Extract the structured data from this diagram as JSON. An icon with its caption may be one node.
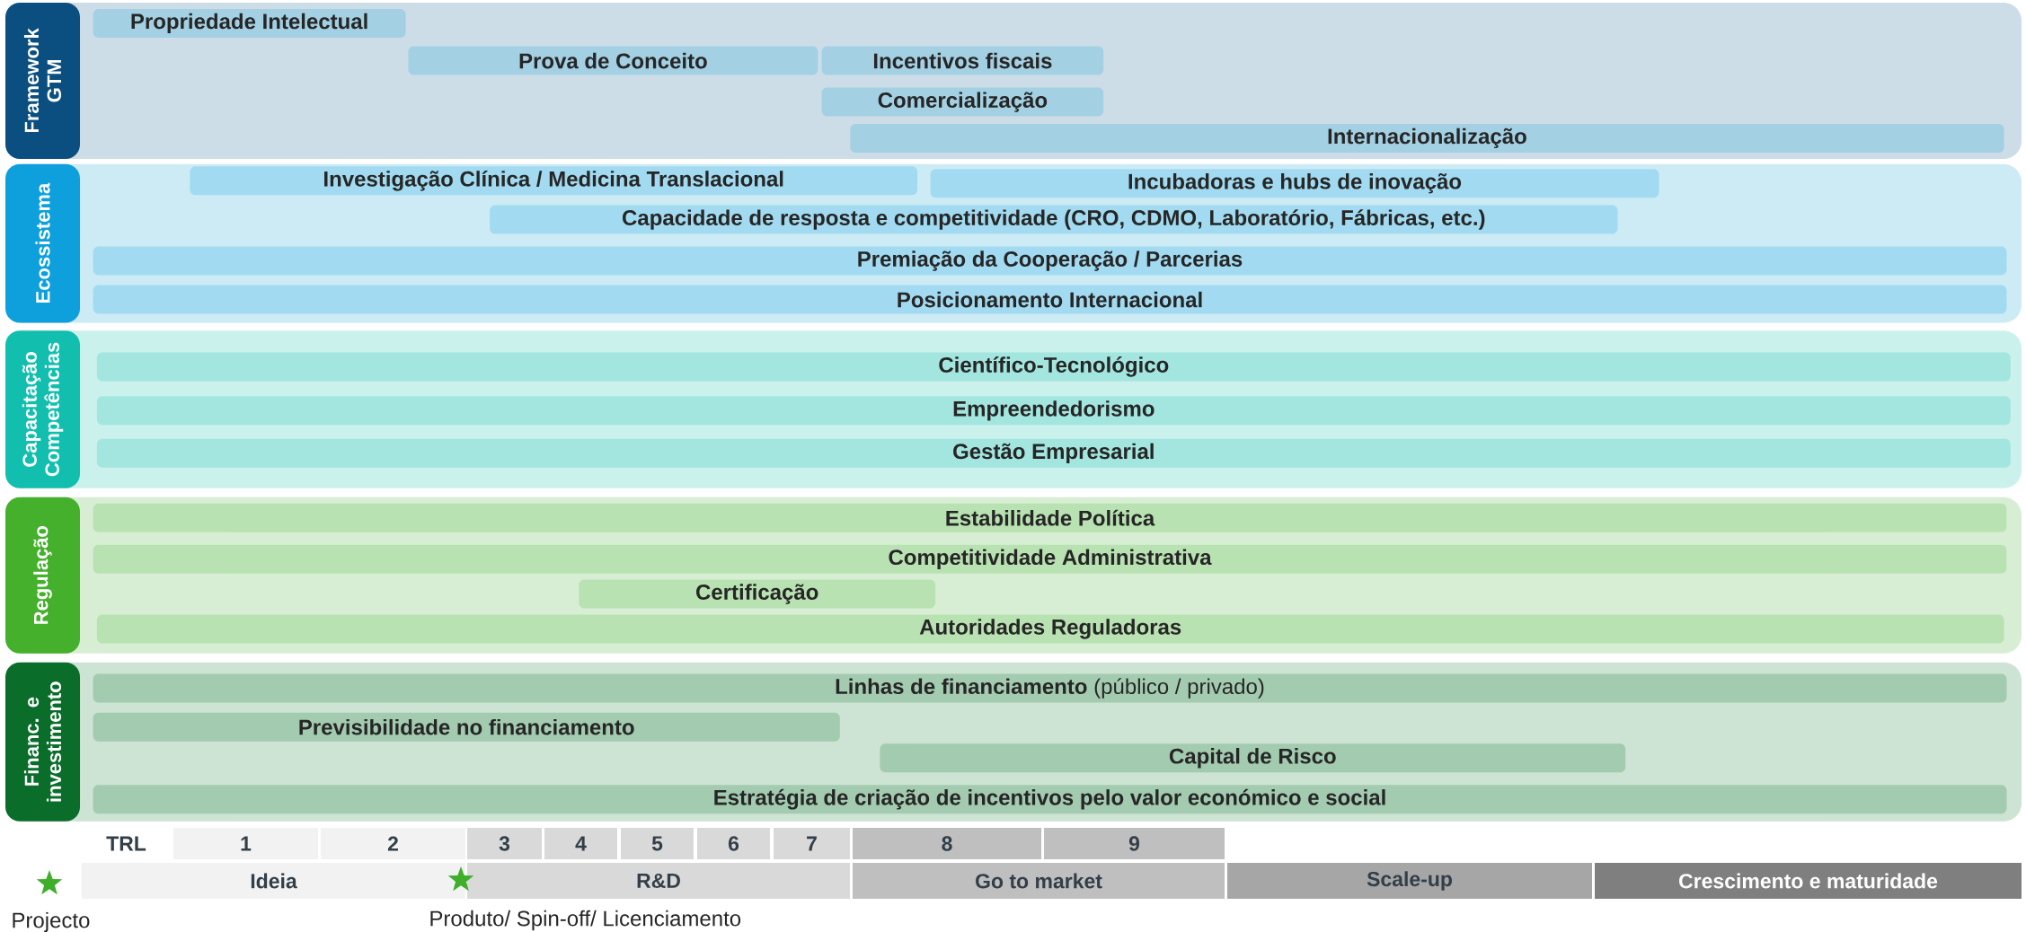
{
  "diagram": {
    "nodes": [
      {
        "text": [
          "Framework GTM"
        ]
      },
      {
        "text": [
          "Propriedade Intelectual"
        ],
        "in": 0
      },
      {
        "text": [
          "Prova de Conceito"
        ],
        "in": 0
      },
      {
        "text": [
          "Incentivos fiscais"
        ],
        "in": 0
      },
      {
        "text": [
          "Comercialização"
        ],
        "in": 0
      },
      {
        "text": [
          "Internacionalização"
        ],
        "in": 0
      },
      {
        "text": [
          "Ecossistema"
        ]
      },
      {
        "text": [
          "Investigação Clínica / Medicina Translacional"
        ],
        "in": 6
      },
      {
        "text": [
          "Incubadoras e hubs de inovação"
        ],
        "in": 6
      },
      {
        "text": [
          "Capacidade de resposta e competitividade (CRO, CDMO, Laboratório, Fábricas, etc.)"
        ],
        "in": 6
      },
      {
        "text": [
          "Premiação da Cooperação / Parcerias"
        ],
        "in": 6
      },
      {
        "text": [
          "Posicionamento Internacional"
        ],
        "in": 6
      },
      {
        "text": [
          "Capacitação Competências"
        ]
      },
      {
        "text": [
          "Científico-Tecnológico"
        ],
        "in": 12
      },
      {
        "text": [
          "Empreendedorismo"
        ],
        "in": 12
      },
      {
        "text": [
          "Gestão Empresarial"
        ],
        "in": 12
      },
      {
        "text": [
          "Regulação"
        ]
      },
      {
        "text": [
          "Estabilidade Política"
        ],
        "in": 16
      },
      {
        "text": [
          "Competitividade Administrativa"
        ],
        "in": 16
      },
      {
        "text": [
          "Certificação"
        ],
        "in": 16
      },
      {
        "text": [
          "Autoridades Reguladoras"
        ],
        "in": 16
      },
      {
        "text": [
          "Financ. e investimento"
        ]
      },
      {
        "text": [
          "**Linhas de financiamento** (público / privado)"
        ],
        "in": 21
      },
      {
        "text": [
          "Previsibilidade no financiamento"
        ],
        "in": 21
      },
      {
        "text": [
          "Capital de Risco"
        ],
        "in": 21
      },
      {
        "text": [
          "Estratégia de criação de incentivos pelo valor económico e social"
        ],
        "in": 21
      },
      {
        "text": [
          "TRL"
        ]
      },
      {
        "text": [
          "1"
        ]
      },
      {
        "text": [
          "2"
        ]
      },
      {
        "text": [
          "3"
        ]
      },
      {
        "text": [
          "4"
        ]
      },
      {
        "text": [
          "5"
        ]
      },
      {
        "text": [
          "6"
        ]
      },
      {
        "text": [
          "7"
        ]
      },
      {
        "text": [
          "8"
        ]
      },
      {
        "text": [
          "9"
        ]
      },
      {
        "text": [
          "Ideia"
        ]
      },
      {
        "text": [
          "R&D"
        ]
      },
      {
        "text": [
          "Go to market"
        ]
      },
      {
        "text": [
          "Scale-up"
        ]
      },
      {
        "text": [
          "Crescimento e maturidade"
        ]
      }
    ],
    "labels": [
      "Projecto",
      "Produto/ Spin-off/ Licenciamento"
    ]
  }
}
